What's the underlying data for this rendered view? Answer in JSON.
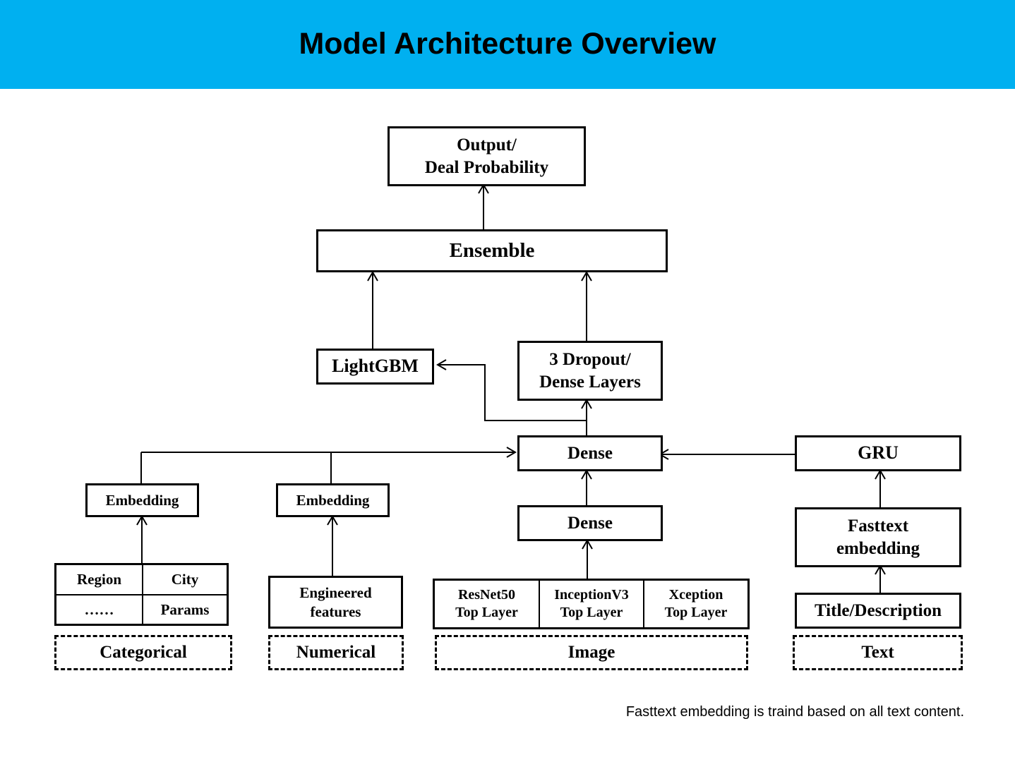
{
  "title": "Model Architecture Overview",
  "nodes": {
    "output": "Output/\nDeal Probability",
    "ensemble": "Ensemble",
    "lightgbm": "LightGBM",
    "dropout": "3 Dropout/\nDense Layers",
    "dense_main": "Dense",
    "gru": "GRU",
    "embedding_cat": "Embedding",
    "embedding_num": "Embedding",
    "dense_image": "Dense",
    "fasttext": "Fasttext\nembedding",
    "engineered": "Engineered\nfeatures",
    "title_desc": "Title/Description"
  },
  "categorical_table": {
    "region": "Region",
    "city": "City",
    "ellipsis": "……",
    "params": "Params"
  },
  "image_models": [
    "ResNet50\nTop Layer",
    "InceptionV3\nTop Layer",
    "Xception\nTop Layer"
  ],
  "groups": {
    "categorical": "Categorical",
    "numerical": "Numerical",
    "image": "Image",
    "text": "Text"
  },
  "footnote": "Fasttext embedding is traind based on all text content."
}
